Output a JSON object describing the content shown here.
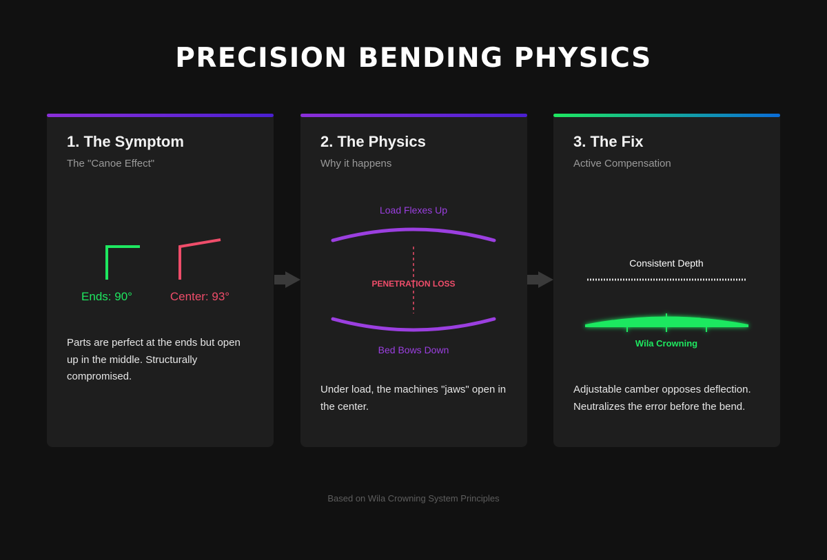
{
  "header": {
    "title": "PRECISION BENDING PHYSICS"
  },
  "colors": {
    "purple": "#9b3fe0",
    "purple_bar_start": "#8b2fd9",
    "purple_bar_end": "#4a1fd1",
    "green": "#1ee860",
    "green_bar_end": "#0a6cd8",
    "red": "#ef4d6a"
  },
  "cards": [
    {
      "title": "1. The Symptom",
      "subtitle": "The \"Canoe Effect\"",
      "body": "Parts are perfect at the ends but open up in the middle. Structurally compromised.",
      "visual": {
        "ends_label": "Ends: 90°",
        "center_label": "Center: 93°",
        "ends_angle_deg": 90,
        "center_angle_deg": 93
      }
    },
    {
      "title": "2. The Physics",
      "subtitle": "Why it happens",
      "body": "Under load, the machines \"jaws\" open in the center.",
      "visual": {
        "top_label": "Load Flexes Up",
        "center_label": "PENETRATION LOSS",
        "bottom_label": "Bed Bows Down"
      }
    },
    {
      "title": "3. The Fix",
      "subtitle": "Active Compensation",
      "body": "Adjustable camber opposes deflection. Neutralizes the error before the bend.",
      "visual": {
        "top_label": "Consistent Depth",
        "crowning_label": "Wila Crowning"
      }
    }
  ],
  "footer": {
    "note": "Based on Wila Crowning System Principles"
  }
}
